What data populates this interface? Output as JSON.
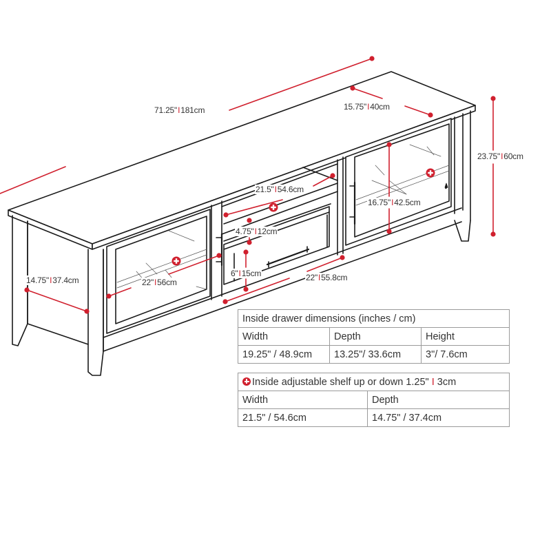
{
  "colors": {
    "line": "#1a1a1a",
    "dimension": "#d0202e",
    "text": "#333333",
    "table_border": "#9a9a9a"
  },
  "dimensions": {
    "overall_width": {
      "inches": "71.25\"",
      "cm": "181cm"
    },
    "top_depth": {
      "inches": "15.75\"",
      "cm": "40cm"
    },
    "overall_height": {
      "inches": "23.75\"",
      "cm": "60cm"
    },
    "center_shelf_width": {
      "inches": "21.5\"",
      "cm": "54.6cm"
    },
    "door_opening_height": {
      "inches": "16.75\"",
      "cm": "42.5cm"
    },
    "center_opening_height": {
      "inches": "4.75\"",
      "cm": "12cm"
    },
    "side_depth": {
      "inches": "14.75\"",
      "cm": "37.4cm"
    },
    "left_cabinet_width": {
      "inches": "22\"",
      "cm": "56cm"
    },
    "drawer_height": {
      "inches": "6\"",
      "cm": "15cm"
    },
    "drawer_width": {
      "inches": "22\"",
      "cm": "55.8cm"
    }
  },
  "adjustable_shelf_markers": [
    "shelf-left",
    "shelf-center",
    "shelf-right"
  ],
  "drawer_table": {
    "title": "Inside drawer dimensions (inches / cm)",
    "headers": [
      "Width",
      "Depth",
      "Height"
    ],
    "values": [
      "19.25\" / 48.9cm",
      "13.25\"/ 33.6cm",
      "3\"/ 7.6cm"
    ]
  },
  "shelf_table": {
    "icon": "plus-circle-icon",
    "title": "Inside adjustable shelf up or down 1.25\"",
    "title_sep": "I",
    "title_cm": "3cm",
    "headers": [
      "Width",
      "Depth"
    ],
    "values": [
      "21.5\" / 54.6cm",
      "14.75\" / 37.4cm"
    ]
  },
  "label_separator": "I"
}
